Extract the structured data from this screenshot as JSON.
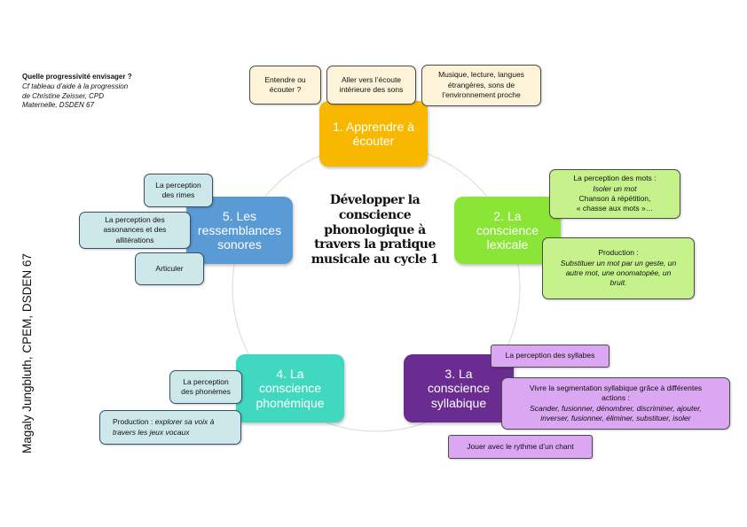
{
  "corner_note": {
    "title": "Quelle progressivité envisager ?",
    "line1": "Cf tableau d’aide à la progression",
    "line2": "de Christine Zeisser, CPD",
    "line3": "Maternelle, DSDEN 67"
  },
  "side_text": "Magaly Jungbluth, CPEM, DSDEN 67",
  "center_title": "Développer la conscience phonologique à travers la pratique musicale au cycle 1",
  "colors": {
    "node1": "#f9b800",
    "node2": "#8ae536",
    "node3": "#6a2c91",
    "node4": "#40d9c0",
    "node5": "#5b9bd5",
    "circle": "#d9d9d9"
  },
  "nodes": {
    "n1": "1. Apprendre à\nécouter",
    "n2": "2. La\nconscience\nlexicale",
    "n3": "3. La\nconscience\nsyllabique",
    "n4": "4. La\nconscience\nphonémique",
    "n5": "5. Les\nressemblances\nsonores"
  },
  "boxes": {
    "y1": {
      "l1": "Entendre ou",
      "l2": "écouter ?"
    },
    "y2": {
      "l1": "Aller vers l’écoute",
      "l2": "intérieure des sons"
    },
    "y3": {
      "l1": "Musique, lecture, langues",
      "l2": "étrangères, sons de",
      "l3": "l’environnement proche"
    },
    "g1": {
      "l1": "La perception des mots :",
      "l2": "Isoler un mot",
      "l3": "Chanson à répétition,",
      "l4": "« chasse aux mots »…"
    },
    "g2": {
      "l1": "Production :",
      "l2": "Substituer un mot par un geste, un",
      "l3": "autre mot, une onomatopée, un",
      "l4": "bruit."
    },
    "p1": {
      "l1": "La perception des syllabes"
    },
    "p2": {
      "l1": "Vivre la segmentation syllabique grâce à différentes",
      "l2": "actions :",
      "l3": "Scander, fusionner, dénombrer, discriminer, ajouter,",
      "l4": "inverser, fusionner, éliminer, substituer, isoler"
    },
    "p3": {
      "l1": "Jouer avec le rythme d’un chant"
    },
    "b1": {
      "l1": "La perception",
      "l2": "des rimes"
    },
    "b2": {
      "l1": "La perception des",
      "l2": "assonances et des",
      "l3": "allitérations"
    },
    "b3": {
      "l1": "Articuler"
    },
    "b4": {
      "l1": "La perception",
      "l2": "des phonèmes"
    },
    "b5": {
      "l1": "Production : ",
      "l2": "explorer sa voix à",
      "l3": "travers les jeux vocaux"
    }
  }
}
